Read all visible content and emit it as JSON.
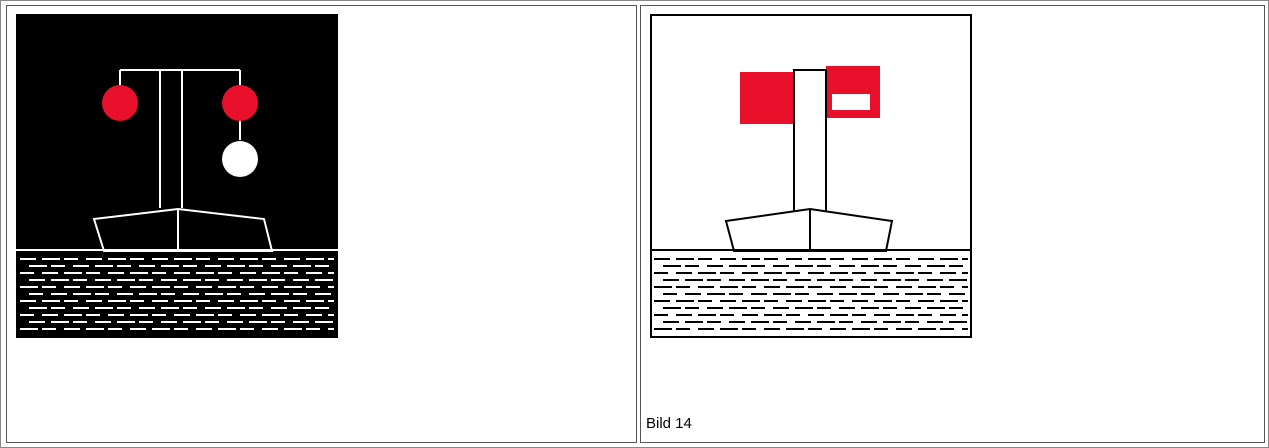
{
  "figures": [
    {
      "id": "night-signal",
      "lights": [
        {
          "color": "#e8102a",
          "name": "red-light"
        },
        {
          "color": "#e8102a",
          "name": "red-light"
        },
        {
          "color": "#ffffff",
          "name": "white-light"
        }
      ],
      "background": "#000000"
    },
    {
      "id": "day-signal",
      "flag_color": "#e8102a",
      "background": "#ffffff"
    }
  ],
  "captions": {
    "right": "Bild 14"
  },
  "colors": {
    "signal_red": "#e8102a",
    "line": "#000000"
  }
}
